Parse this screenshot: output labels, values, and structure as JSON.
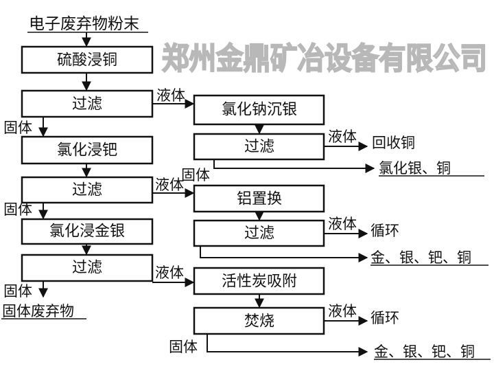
{
  "title": "电子废弃物粉末",
  "left_boxes": [
    "硫酸浸铜",
    "过滤",
    "氯化浸钯",
    "过滤",
    "氯化浸金银",
    "过滤"
  ],
  "right_boxes": [
    "氯化钠沉银",
    "过滤",
    "铝置换",
    "过滤",
    "活性炭吸附",
    "焚烧"
  ],
  "labels": {
    "liquid": "液体",
    "solid": "固体"
  },
  "outputs": {
    "recover_copper": "回收铜",
    "silver_chloride_copper": "氯化银、铜",
    "recycle": "循环",
    "metals": "金、银、钯、铜",
    "solid_waste": "固体废弃物"
  },
  "watermark": "郑州金鼎矿冶设备有限公司"
}
